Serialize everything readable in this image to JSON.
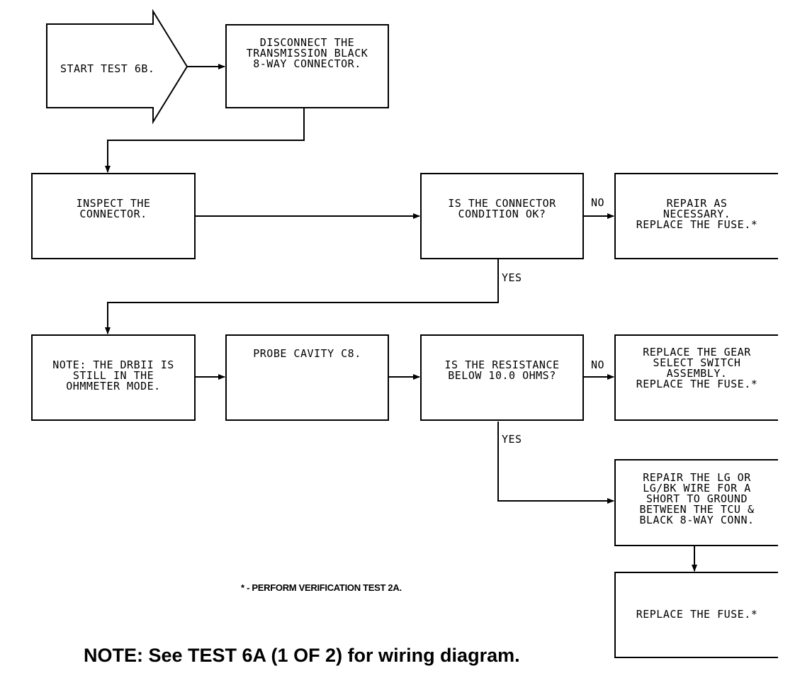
{
  "start": {
    "label": "START TEST 6B."
  },
  "steps": {
    "disconnect": "DISCONNECT THE\nTRANSMISSION BLACK\n8-WAY CONNECTOR.",
    "inspect": "INSPECT THE\nCONNECTOR.",
    "connector_ok": "IS THE CONNECTOR\nCONDITION OK?",
    "repair_necessary": "REPAIR AS\nNECESSARY.\nREPLACE THE FUSE.*",
    "note_drbii": "NOTE: THE DRBII IS\nSTILL IN THE\nOHMMETER MODE.",
    "probe": "PROBE CAVITY C8.",
    "resistance": "IS THE RESISTANCE\nBELOW 10.0 OHMS?",
    "replace_gear": "REPLACE THE GEAR\nSELECT SWITCH\nASSEMBLY.\nREPLACE THE FUSE.*",
    "repair_lg": "REPAIR THE LG OR\nLG/BK WIRE FOR A\nSHORT TO GROUND\nBETWEEN THE TCU &\nBLACK 8-WAY CONN.",
    "replace_fuse": "REPLACE THE FUSE.*"
  },
  "labels": {
    "no1": "NO",
    "yes1": "YES",
    "no2": "NO",
    "yes2": "YES"
  },
  "footnote": "* - PERFORM VERIFICATION TEST 2A.",
  "note": "NOTE: See TEST 6A (1 OF 2) for wiring diagram."
}
